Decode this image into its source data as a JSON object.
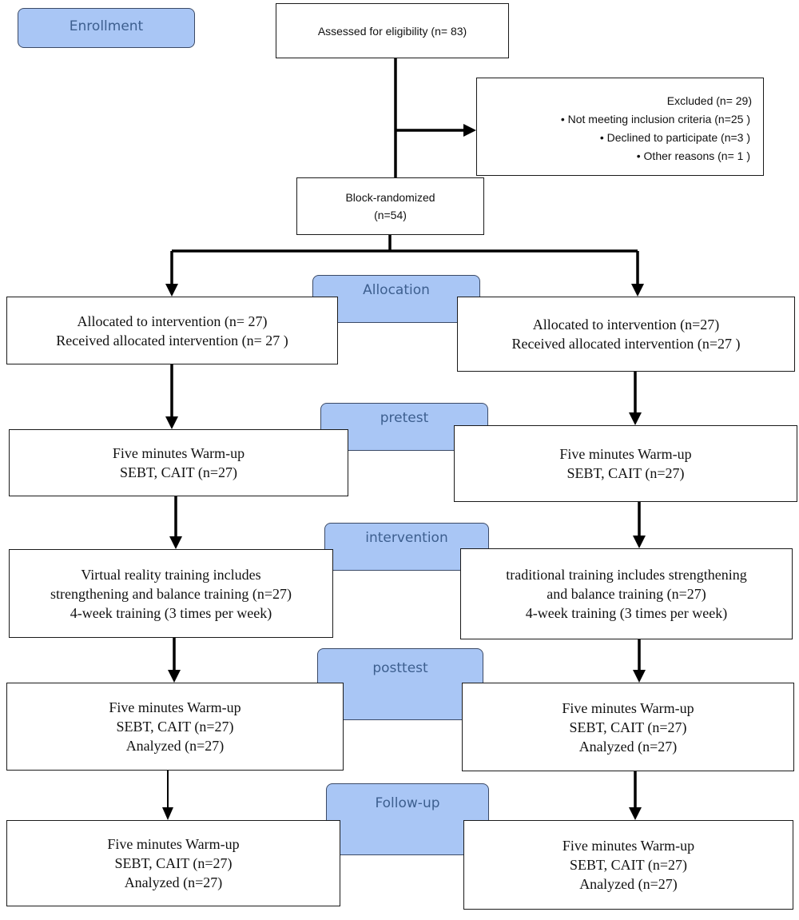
{
  "stages": {
    "enrollment": "Enrollment",
    "allocation": "Allocation",
    "pretest": "pretest",
    "intervention": "intervention",
    "posttest": "posttest",
    "followup": "Follow-up"
  },
  "assessed": "Assessed for eligibility (n= 83)",
  "excluded": {
    "title": "Excluded (n= 29)",
    "reasons": [
      "Not meeting inclusion criteria (n=25 )",
      "Declined to participate (n=3 )",
      "Other reasons (n= 1 )"
    ]
  },
  "randomized": {
    "line1": "Block-randomized",
    "line2": "(n=54)"
  },
  "left": {
    "allocation": [
      "Allocated to intervention (n= 27)",
      "Received allocated intervention (n= 27 )"
    ],
    "pretest": [
      "Five minutes Warm-up",
      "SEBT, CAIT (n=27)"
    ],
    "intervention": [
      "Virtual reality training includes",
      "strengthening and balance training (n=27)",
      "4-week training (3 times per week)"
    ],
    "posttest": [
      "Five minutes Warm-up",
      "SEBT, CAIT (n=27)",
      "Analyzed (n=27)"
    ],
    "followup": [
      "Five minutes Warm-up",
      "SEBT, CAIT (n=27)",
      "Analyzed (n=27)"
    ]
  },
  "right": {
    "allocation": [
      "Allocated to intervention (n=27)",
      "Received allocated intervention (n=27 )"
    ],
    "pretest": [
      "Five minutes Warm-up",
      "SEBT, CAIT (n=27)"
    ],
    "intervention": [
      "traditional training includes strengthening",
      "and balance training (n=27)",
      "4-week training (3 times per week)"
    ],
    "posttest": [
      "Five minutes Warm-up",
      "SEBT, CAIT (n=27)",
      "Analyzed (n=27)"
    ],
    "followup": [
      "Five minutes Warm-up",
      "SEBT, CAIT (n=27)",
      "Analyzed (n=27)"
    ]
  }
}
